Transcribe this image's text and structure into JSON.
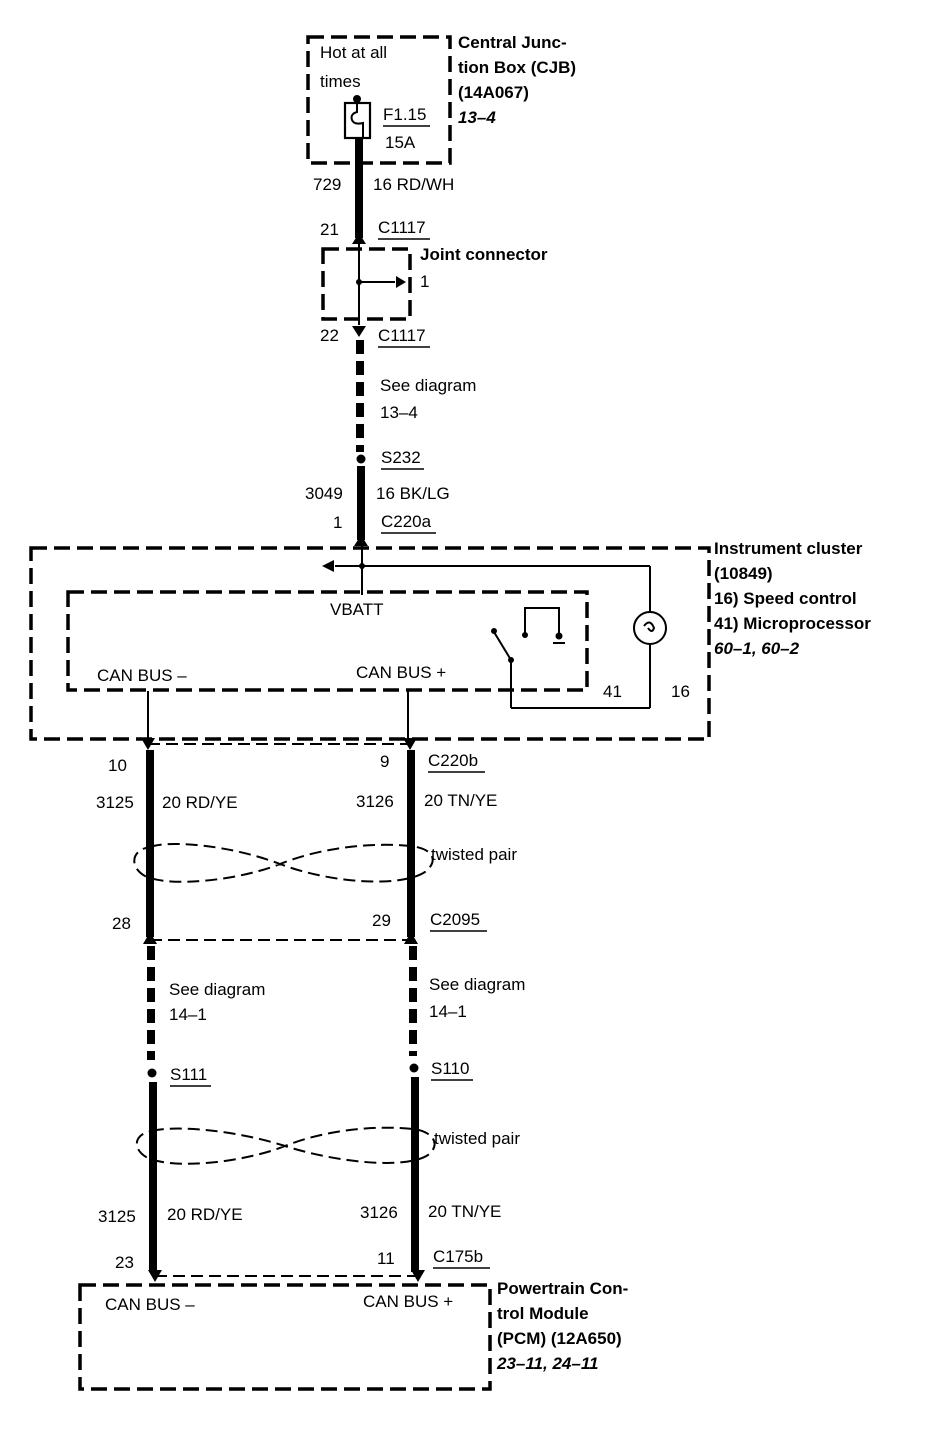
{
  "cjb": {
    "hot_line1": "Hot at all",
    "hot_line2": "times",
    "fuse": "F1.15",
    "fuse_rating": "15A",
    "title_line1": "Central Junc-",
    "title_line2": "tion Box (CJB)",
    "part_no": "(14A067)",
    "ref": "13–4"
  },
  "wire_729": {
    "circuit": "729",
    "gauge_color": "16 RD/WH"
  },
  "c1117_top": {
    "pin": "21",
    "connector": "C1117"
  },
  "joint_connector": {
    "label": "Joint connector",
    "pin": "1"
  },
  "c1117_bottom": {
    "pin": "22",
    "connector": "C1117"
  },
  "see_diagram_1": {
    "line1": "See diagram",
    "line2": "13–4"
  },
  "splice_s232": "S232",
  "wire_3049": {
    "circuit": "3049",
    "gauge_color": "16 BK/LG"
  },
  "c220a": {
    "pin": "1",
    "connector": "C220a"
  },
  "instrument_cluster": {
    "title": "Instrument cluster",
    "part_no": "(10849)",
    "item1": "16)  Speed control",
    "item2": "41)  Microprocessor",
    "ref": "60–1, 60–2",
    "vbatt": "VBATT",
    "can_minus": "CAN BUS –",
    "can_plus": "CAN BUS +",
    "pin_41": "41",
    "pin_16": "16"
  },
  "c220b": {
    "pin_left": "10",
    "pin_right": "9",
    "connector": "C220b"
  },
  "upper_wires": {
    "left_circuit": "3125",
    "left_color": "20 RD/YE",
    "right_circuit": "3126",
    "right_color": "20 TN/YE",
    "twisted": "twisted pair"
  },
  "c2095": {
    "pin_left": "28",
    "pin_right": "29",
    "connector": "C2095"
  },
  "see_diagram_left": {
    "line1": "See diagram",
    "line2": "14–1"
  },
  "see_diagram_right": {
    "line1": "See diagram",
    "line2": "14–1"
  },
  "splice_s111": "S111",
  "splice_s110": "S110",
  "lower_wires": {
    "twisted": "twisted pair",
    "left_circuit": "3125",
    "left_color": "20 RD/YE",
    "right_circuit": "3126",
    "right_color": "20 TN/YE"
  },
  "c175b": {
    "pin_left": "23",
    "pin_right": "11",
    "connector": "C175b"
  },
  "pcm": {
    "can_minus": "CAN BUS –",
    "can_plus": "CAN BUS +",
    "title_line1": "Powertrain Con-",
    "title_line2": "trol Module",
    "title_line3": "(PCM) (12A650)",
    "ref": "23–11, 24–11"
  }
}
